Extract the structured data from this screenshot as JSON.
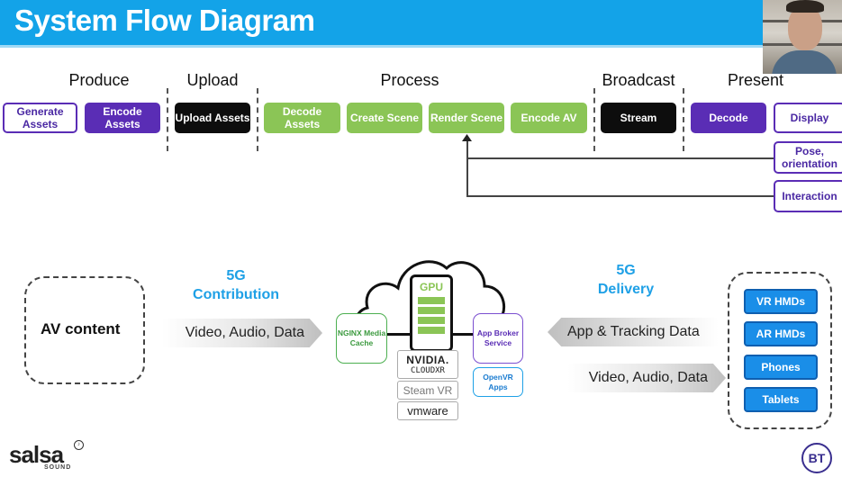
{
  "header": {
    "title": "System Flow Diagram",
    "background_color": "#13a3e8"
  },
  "webcam": {
    "label": "presenter-video"
  },
  "pipeline": {
    "stages": [
      {
        "label": "Produce"
      },
      {
        "label": "Upload"
      },
      {
        "label": "Process"
      },
      {
        "label": "Broadcast"
      },
      {
        "label": "Present"
      }
    ],
    "steps": [
      {
        "label": "Generate Assets",
        "stage": "Produce",
        "style": "outline-purple"
      },
      {
        "label": "Encode Assets",
        "stage": "Produce",
        "style": "purple"
      },
      {
        "label": "Upload Assets",
        "stage": "Upload",
        "style": "black"
      },
      {
        "label": "Decode Assets",
        "stage": "Process",
        "style": "green"
      },
      {
        "label": "Create Scene",
        "stage": "Process",
        "style": "green"
      },
      {
        "label": "Render Scene",
        "stage": "Process",
        "style": "green"
      },
      {
        "label": "Encode AV",
        "stage": "Process",
        "style": "green"
      },
      {
        "label": "Stream",
        "stage": "Broadcast",
        "style": "black"
      },
      {
        "label": "Decode",
        "stage": "Present",
        "style": "purple"
      },
      {
        "label": "Display",
        "stage": "Present",
        "style": "outline-purple"
      }
    ],
    "feedback": [
      {
        "label": "Pose, orientation",
        "target": "Render Scene"
      },
      {
        "label": "Interaction",
        "target": "Render Scene"
      }
    ],
    "colors": {
      "purple": "#5a2db5",
      "green": "#8bc556",
      "black": "#0d0d0d"
    }
  },
  "architecture": {
    "source": {
      "label": "AV content"
    },
    "contribution": {
      "title_line1": "5G",
      "title_line2": "Contribution",
      "flow": "Video, Audio, Data"
    },
    "cloud": {
      "gpu_label": "GPU",
      "cache": "NGINX Media Cache",
      "broker": "App Broker Service",
      "apps": "OpenVR Apps",
      "vendors": [
        {
          "line1": "NVIDIA.",
          "line2": "CLOUDXR"
        },
        {
          "line1": "Steam VR",
          "line2": ""
        },
        {
          "line1": "vmware",
          "line2": ""
        }
      ]
    },
    "delivery": {
      "title_line1": "5G",
      "title_line2": "Delivery",
      "uplink": "App & Tracking Data",
      "downlink": "Video, Audio, Data"
    },
    "devices": [
      {
        "label": "VR HMDs"
      },
      {
        "label": "AR HMDs"
      },
      {
        "label": "Phones"
      },
      {
        "label": "Tablets"
      }
    ],
    "colors": {
      "accent_blue": "#1ea0e6",
      "device_blue": "#1a8ee8",
      "cache_green": "#4caf50",
      "broker_purple": "#7b4fd0"
    }
  },
  "footer": {
    "left_logo": "salsa",
    "left_logo_sub": "SOUND",
    "right_logo": "BT"
  }
}
